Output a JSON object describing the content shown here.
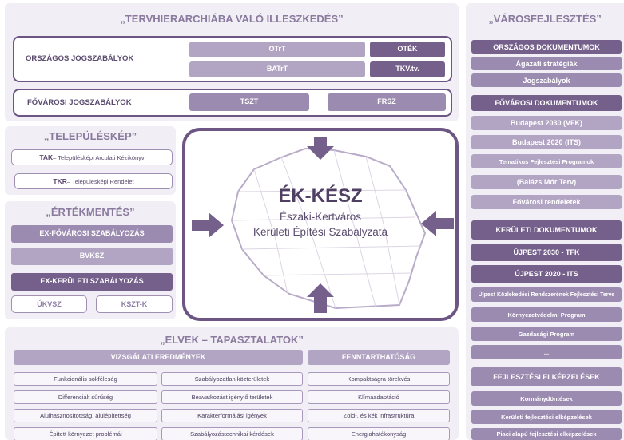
{
  "top": {
    "title": "„TERVHIERARCHIÁBA VALÓ ILLESZKEDÉS”",
    "orszagos_label": "ORSZÁGOS JOGSZABÁLYOK",
    "otrt": "OTrT",
    "otek": "OTÉK",
    "batrt": "BATrT",
    "tkv": "TKV.tv.",
    "fovarosi_label": "FŐVÁROSI JOGSZABÁLYOK",
    "tszt": "TSZT",
    "frsz": "FRSZ"
  },
  "telepuleskep": {
    "title": "„TELEPÜLÉSKÉP”",
    "tak_abbr": "TAK",
    "tak_rest": " – Településképi Arculati Kézikönyv",
    "tkr_abbr": "TKR",
    "tkr_rest": " – Településképi Rendelet"
  },
  "ertekmentes": {
    "title": "„ÉRTÉKMENTÉS”",
    "ex_fovarosi": "EX-FŐVÁROSI SZABÁLYOZÁS",
    "bvksz": "BVKSZ",
    "ex_keruleti": "EX-KERÜLETI SZABÁLYOZÁS",
    "ukvsz": "ÚKVSZ",
    "kszt_k": "KSZT-K"
  },
  "center": {
    "title": "ÉK-KÉSZ",
    "line1": "Északi-Kertváros",
    "line2": "Kerületi Építési Szabályzata"
  },
  "elvek": {
    "title": "„ELVEK – TAPASZTALATOK”",
    "vizsgalati": "VIZSGÁLATI EREDMÉNYEK",
    "fenntarthato": "FENNTARTHATÓSÁG",
    "col1": [
      "Funkcionális sokféleség",
      "Differenciált sűrűség",
      "Alulhasznosítottság, alulépítettség",
      "Épített környezet problémái"
    ],
    "col2": [
      "Szabályozatlan közterületek",
      "Beavatkozást igénylő területek",
      "Karakterformálási igények",
      "Szabályozástechnikai kérdések"
    ],
    "col3": [
      "Kompaktságra törekvés",
      "Klímaadaptáció",
      "Zöld-, és kék infrastruktúra",
      "Energiahatékonyság"
    ]
  },
  "varos": {
    "title": "„VÁROSFEJLESZTÉS”",
    "items": [
      "ORSZÁGOS DOKUMENTUMOK",
      "Ágazati stratégiák",
      "Jogszabályok",
      "FŐVÁROSI DOKUMENTUMOK",
      "Budapest 2030 (VFK)",
      "Budapest 2020 (ITS)",
      "Tematikus Fejlesztési Programok",
      "(Balázs Mór Terv)",
      "Fővárosi rendeletek",
      "KERÜLETI DOKUMENTUMOK",
      "ÚJPEST 2030 - TFK",
      "ÚJPEST 2020 - ITS",
      "Újpest Közlekedési Rendszerének Fejlesztési Terve",
      "Környezetvédelmi Program",
      "Gazdasági Program",
      "...",
      "FEJLESZTÉSI ELKÉPZELÉSEK",
      "Kormánydöntések",
      "Kerületi fejlesztési elképzelések",
      "Piaci alapú fejlesztési elképzelések"
    ]
  },
  "colors": {
    "dark": "#75608b",
    "mid": "#9c8bb0",
    "light": "#b2a5c3",
    "panel": "#f1eff5"
  }
}
